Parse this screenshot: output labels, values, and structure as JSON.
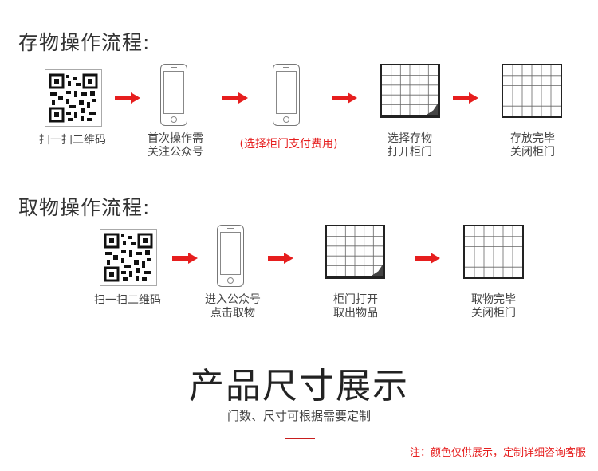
{
  "store": {
    "title": "存物操作流程:",
    "steps": [
      {
        "label": "扫一扫二维码"
      },
      {
        "label": "首次操作需\n关注公众号"
      },
      {
        "label": "(选择柜门支付费用)"
      },
      {
        "label": "选择存物\n打开柜门"
      },
      {
        "label": "存放完毕\n关闭柜门"
      }
    ]
  },
  "retrieve": {
    "title": "取物操作流程:",
    "steps": [
      {
        "label": "扫一扫二维码"
      },
      {
        "label": "进入公众号\n点击取物"
      },
      {
        "label": "柜门打开\n取出物品"
      },
      {
        "label": "取物完毕\n关闭柜门"
      }
    ]
  },
  "product": {
    "title": "产品尺寸展示",
    "subtitle": "门数、尺寸可根据需要定制",
    "note": "注：颜色仅供展示，定制详细咨询客服"
  },
  "colors": {
    "accent": "#e61e1e",
    "text": "#333333"
  }
}
